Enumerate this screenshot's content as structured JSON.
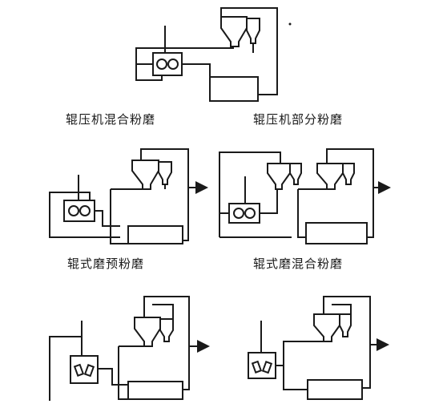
{
  "captions": {
    "roller_press_hybrid": "辊压机混合粉磨",
    "roller_press_semi_finish": "辊压机部分粉磨",
    "roller_mill_combined": "辊式磨预粉磨",
    "roller_mill_hybrid": "辊式磨混合粉磨"
  },
  "colors": {
    "line": "#1a1a1a",
    "background": "#ffffff"
  }
}
